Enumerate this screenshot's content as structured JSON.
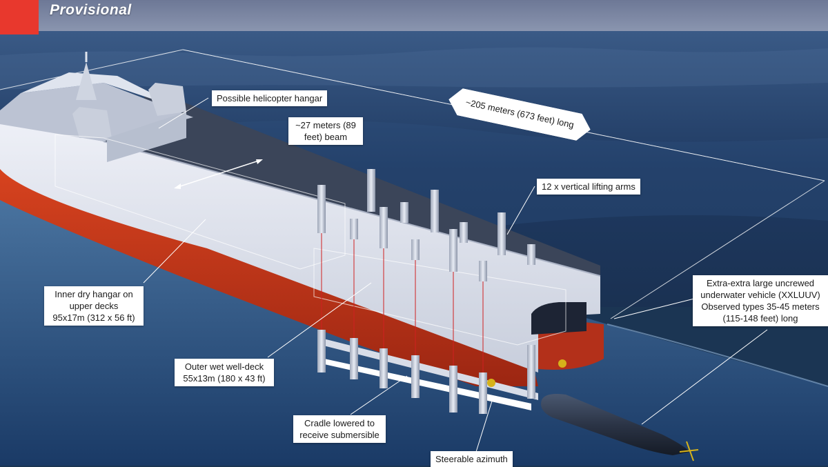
{
  "header": {
    "title": "Provisional",
    "accent_color": "#e8382d"
  },
  "labels": {
    "helicopter_hangar": "Possible helicopter hangar",
    "beam": "~27 meters (89\nfeet) beam",
    "length": "~205 meters (673 feet) long",
    "lifting_arms": "12 x vertical lifting arms",
    "inner_hangar": "Inner dry hangar on\nupper decks\n95x17m (312 x 56 ft)",
    "xxluuv": "Extra-extra large uncrewed\nunderwater vehicle (XXLUUV)\nObserved types 35-45 meters\n(115-148 feet) long",
    "wet_well_deck": "Outer wet well-deck\n55x13m (180 x 43 ft)",
    "cradle": "Cradle lowered to\nreceive submersible",
    "azimuth": "Steerable azimuth"
  },
  "colors": {
    "hull_red": "#c8391b",
    "hull_white": "#e4e8f2",
    "deck_dark": "#3a4458",
    "sea_deep": "#1d3a5e",
    "sea_light": "#5a7ea6",
    "sky": "#7d8aa6"
  }
}
